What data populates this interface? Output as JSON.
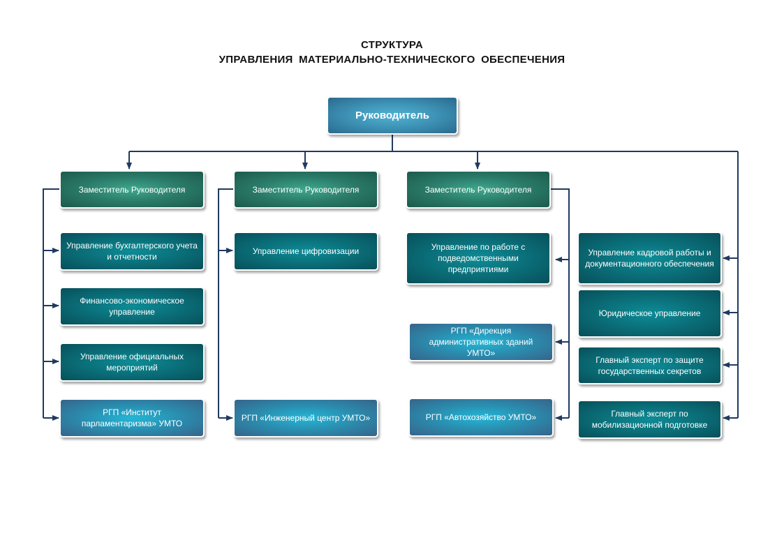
{
  "title": {
    "line1": "СТРУКТУРА",
    "line2": "УПРАВЛЕНИЯ  МАТЕРИАЛЬНО-ТЕХНИЧЕСКОГО  ОБЕСПЕЧЕНИЯ"
  },
  "colors": {
    "connector": "#1f3a5f",
    "head": "#3f95b8",
    "deputy": "#2a7a68",
    "department": "#0a6b75",
    "enterprise": "#2a8cae"
  },
  "head": {
    "label": "Руководитель"
  },
  "columns": [
    {
      "deputy": "Заместитель  Руководителя",
      "units": [
        {
          "type": "department",
          "label": "Управление  бухгалтерского учета и отчетности"
        },
        {
          "type": "department",
          "label": "Финансово-экономическое управление"
        },
        {
          "type": "department",
          "label": "Управление  официальных мероприятий"
        },
        {
          "type": "enterprise",
          "label": "РГП «Институт парламентаризма»  УМТО"
        }
      ]
    },
    {
      "deputy": "Заместитель  Руководителя",
      "units": [
        {
          "type": "department",
          "label": "Управление  цифровизации"
        },
        {
          "type": "enterprise",
          "label": "РГП «Инженерный  центр УМТО»"
        }
      ]
    },
    {
      "deputy": "Заместитель  Руководителя",
      "units": [
        {
          "type": "department",
          "label": "Управление  по работе  с подведомственными предприятиями"
        },
        {
          "type": "enterprise",
          "label": "РГП  «Дирекция административных  зданий УМТО»"
        },
        {
          "type": "enterprise",
          "label": "РГП  «Автохозяйство УМТО»"
        }
      ]
    }
  ],
  "direct_units": [
    {
      "type": "department",
      "label": "Управление    кадровой работы и документационного обеспечения"
    },
    {
      "type": "department",
      "label": "Юридическое  управление"
    },
    {
      "type": "department",
      "label": "Главный  эксперт по защите государственных  секретов"
    },
    {
      "type": "department",
      "label": "Главный  эксперт по мобилизационной  подготовке"
    }
  ]
}
